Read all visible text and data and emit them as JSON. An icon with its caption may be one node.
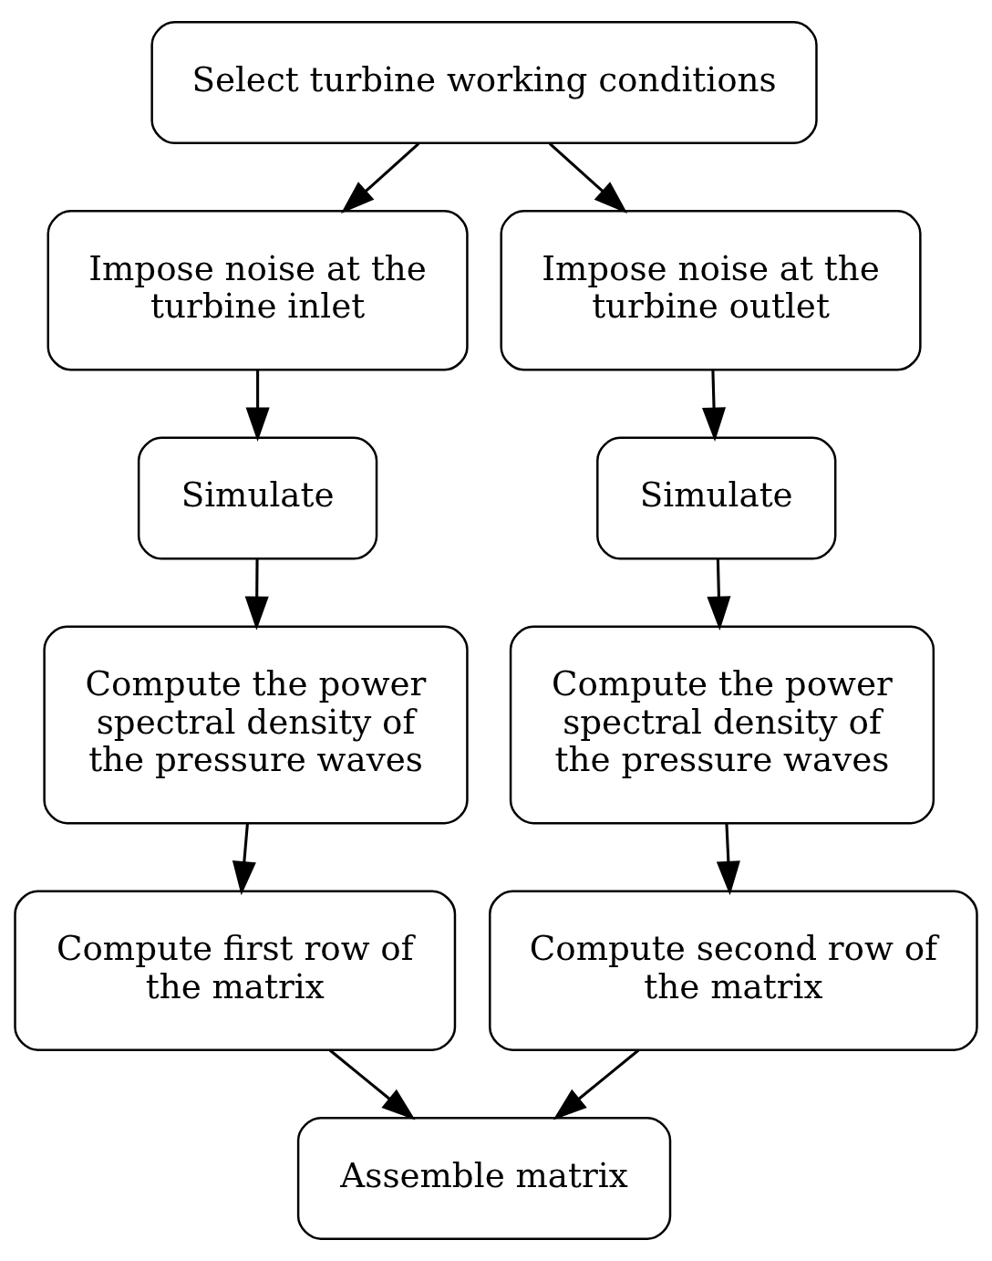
{
  "diagram": {
    "nodes": [
      {
        "text": [
          "Select turbine working conditions"
        ]
      },
      {
        "text": [
          "Impose noise at the turbine inlet"
        ]
      },
      {
        "text": [
          "Impose noise at the turbine outlet"
        ]
      },
      {
        "text": [
          "Simulate"
        ]
      },
      {
        "text": [
          "Simulate"
        ]
      },
      {
        "text": [
          "Compute the power spectral density of the pressure waves"
        ]
      },
      {
        "text": [
          "Compute the power spectral density of the pressure waves"
        ]
      },
      {
        "text": [
          "Compute first row of the matrix"
        ]
      },
      {
        "text": [
          "Compute second row of the matrix"
        ]
      },
      {
        "text": [
          "Assemble matrix"
        ]
      }
    ],
    "edges": [
      {
        "from": 0,
        "to": 1,
        "arrow": "to"
      },
      {
        "from": 0,
        "to": 2,
        "arrow": "to"
      },
      {
        "from": 1,
        "to": 3,
        "arrow": "to"
      },
      {
        "from": 2,
        "to": 4,
        "arrow": "to"
      },
      {
        "from": 3,
        "to": 5,
        "arrow": "to"
      },
      {
        "from": 4,
        "to": 6,
        "arrow": "to"
      },
      {
        "from": 5,
        "to": 7,
        "arrow": "to"
      },
      {
        "from": 6,
        "to": 8,
        "arrow": "to"
      },
      {
        "from": 7,
        "to": 9,
        "arrow": "to"
      },
      {
        "from": 8,
        "to": 9,
        "arrow": "to"
      }
    ]
  }
}
